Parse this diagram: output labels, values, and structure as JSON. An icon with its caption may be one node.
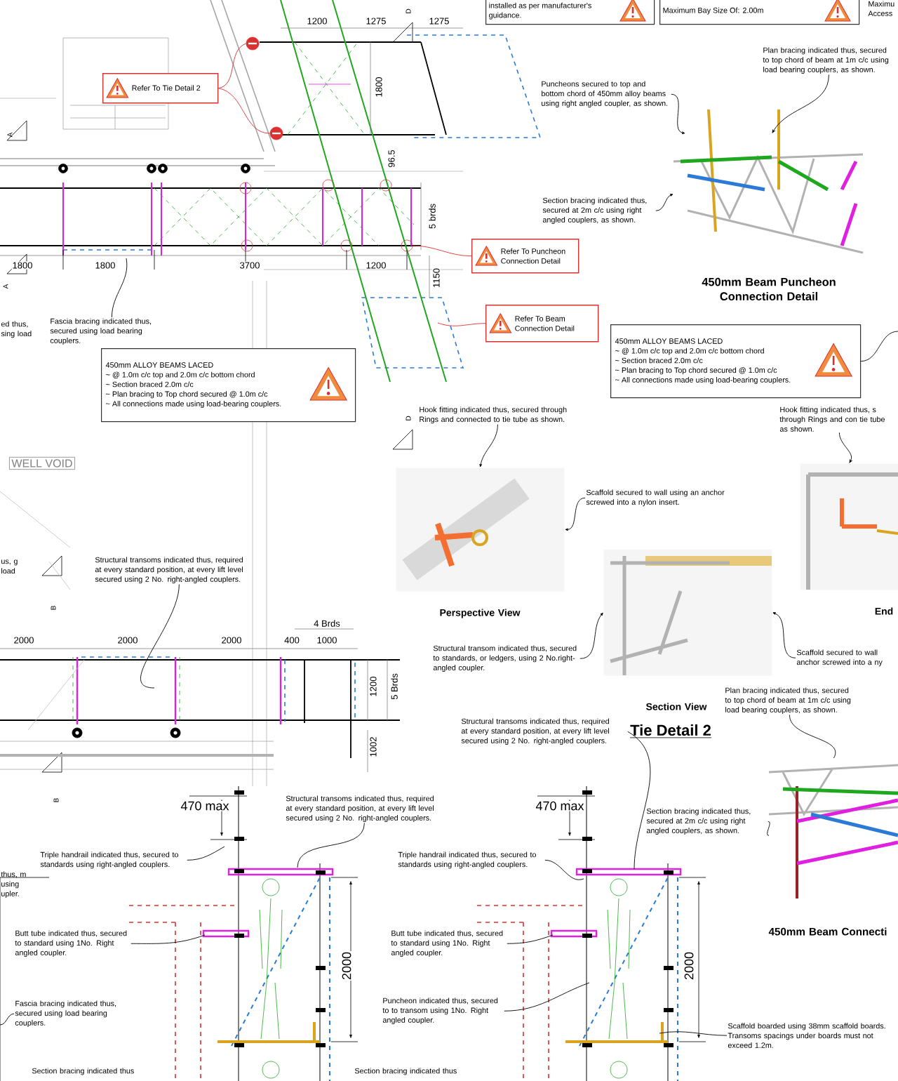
{
  "diagram": {
    "nodes": [
      {
        "text": [
          "Refer To Tie Detail 2"
        ]
      },
      {
        "text": [
          "450mm ALLOY BEAMS LACED",
          "~ @ 1.0m c/c top and 2.0m c/c bottom chord",
          "~ Section braced 2.0m c/c",
          "~ Plan bracing to Top chord secured @ 1.0m c/c",
          "~ All connections made using load-bearing couplers."
        ]
      },
      {
        "text": [
          "Refer To Puncheon Connection Detail"
        ]
      },
      {
        "text": [
          "Refer To Beam Connection Detail"
        ]
      },
      {
        "text": [
          "installed as per manufacturer's guidance."
        ]
      },
      {
        "text": [
          "Maximum Bay Size Of: 2.00m"
        ]
      },
      {
        "text": [
          "Puncheons secured to top and bottom chord of 450mm alloy beams using right angled coupler, as shown."
        ]
      },
      {
        "text": [
          "Plan bracing indicated thus, secured to top chord of beam at 1m c/c using load bearing couplers, as shown."
        ]
      },
      {
        "text": [
          "Section bracing indicated thus, secured at 2m c/c using right angled couplers, as shown."
        ]
      },
      {
        "text": [],
        "shape": "picture"
      },
      {
        "text": [
          "450mm ALLOY BEAMS LACED",
          "~ @ 1.0m c/c top and 2.0m c/c bottom chord",
          "~ Section braced 2.0m c/c",
          "~ Plan bracing to Top chord secured @ 1.0m c/c",
          "~ All connections made using load-bearing couplers."
        ]
      },
      {
        "text": [
          "Fascia bracing indicated thus, secured using load bearing couplers."
        ]
      },
      {
        "text": [
          "Hook fitting indicated thus, secured through Rings and connected to tie tube as shown."
        ]
      },
      {
        "text": [],
        "shape": "picture"
      },
      {
        "text": [
          "Scaffold secured to wall using an anchor screwed into a nylon insert."
        ]
      },
      {
        "text": [
          "Hook fitting indicated thus, s through Rings and con tie tube as shown."
        ]
      },
      {
        "text": [],
        "shape": "picture"
      },
      {
        "text": [],
        "shape": "picture"
      },
      {
        "text": [
          "Structural transom indicated thus, secured to standards, or ledgers, using 2 No.right-angled coupler."
        ]
      },
      {
        "text": [
          "Scaffold secured to wall anchor screwed into a ny"
        ]
      },
      {
        "text": [
          "Plan bracing indicated thus, secured to top chord of beam at 1m c/c using load bearing couplers, as shown."
        ]
      },
      {
        "text": [],
        "shape": "picture"
      },
      {
        "text": [
          "Section bracing indicated thus, secured at 2m c/c using right angled couplers, as shown."
        ]
      },
      {
        "text": [
          "Structural transoms indicated thus, required at every standard position, at every lift level secured using 2 No. right-angled couplers."
        ]
      },
      {
        "text": [
          "Structural transoms indicated thus, required at every standard position, at every lift level secured using 2 No. right-angled couplers."
        ]
      },
      {
        "text": [
          "Structural transoms indicated thus, required at every standard position, at every lift level secured using 2 No. right-angled couplers."
        ]
      },
      {
        "text": [
          "Triple handrail indicated thus, secured to standards using right-angled couplers."
        ]
      },
      {
        "text": [
          "Triple handrail indicated thus, secured to standards using right-angled couplers."
        ]
      },
      {
        "text": [
          "Butt tube indicated thus, secured to standard using 1No. Right angled coupler."
        ]
      },
      {
        "text": [
          "Butt tube indicated thus, secured to standard using 1No. Right angled coupler."
        ]
      },
      {
        "text": [
          "Fascia bracing indicated thus, secured using load bearing couplers."
        ]
      },
      {
        "text": [
          "Puncheon indicated thus, secured to to transom using 1No. Right angled coupler."
        ]
      },
      {
        "text": [
          "Scaffold boarded using 38mm scaffold boards. Transoms spacings under boards must not exceed 1.2m."
        ]
      },
      {
        "text": [
          "Section bracing indicated thus"
        ]
      },
      {
        "text": [
          "Section bracing indicated thus"
        ]
      },
      {
        "text": [],
        "shape": "circle"
      },
      {
        "text": [],
        "shape": "circle"
      },
      {
        "text": [],
        "shape": "circle"
      }
    ],
    "edges": [
      {
        "from": 0,
        "to": 35,
        "arrow": "none",
        "color": "#d93030"
      },
      {
        "from": 0,
        "to": 36,
        "arrow": "none",
        "color": "#d93030"
      },
      {
        "from": 2,
        "to": 37,
        "arrow": "none",
        "color": "#d93030"
      },
      {
        "from": 3,
        "to": null,
        "arrow": "none",
        "color": "#d93030"
      },
      {
        "from": 10,
        "to": null,
        "arrow": "none"
      },
      {
        "from": 6,
        "to": 9,
        "arrow": "to"
      },
      {
        "from": 7,
        "to": 9,
        "arrow": "to"
      },
      {
        "from": 8,
        "to": 9,
        "arrow": "to"
      },
      {
        "from": 11,
        "to": null,
        "arrow": "none"
      },
      {
        "from": 12,
        "to": 13,
        "arrow": "to"
      },
      {
        "from": 14,
        "to": 13,
        "arrow": "to"
      },
      {
        "from": 15,
        "to": 16,
        "arrow": "to"
      },
      {
        "from": 18,
        "to": 17,
        "arrow": "to"
      },
      {
        "from": 19,
        "to": 17,
        "arrow": "to"
      },
      {
        "from": 20,
        "to": 21,
        "arrow": "none"
      },
      {
        "from": 22,
        "to": 21,
        "arrow": "none"
      },
      {
        "from": 23,
        "to": null,
        "arrow": "none"
      },
      {
        "from": 24,
        "to": null,
        "arrow": "none"
      },
      {
        "from": 25,
        "to": null,
        "arrow": "none"
      },
      {
        "from": 26,
        "to": null,
        "arrow": "none"
      },
      {
        "from": 27,
        "to": null,
        "arrow": "none"
      },
      {
        "from": 28,
        "to": null,
        "arrow": "none"
      },
      {
        "from": 29,
        "to": null,
        "arrow": "none"
      },
      {
        "from": 30,
        "to": null,
        "arrow": "none"
      },
      {
        "from": 31,
        "to": null,
        "arrow": "none"
      },
      {
        "from": 32,
        "to": null,
        "arrow": "none"
      }
    ],
    "labels": [
      "1200",
      "1275",
      "1275",
      "Maximu",
      "Access",
      "D",
      "1800",
      "A",
      "96.5",
      "5 brds",
      "1800",
      "1800",
      "3700",
      "1200",
      "A",
      "1150",
      "ed thus, sing load",
      "D",
      "WELL VOID",
      "us, g load",
      "B",
      "4 Brds",
      "2000",
      "2000",
      "2000",
      "400",
      "1000",
      "1200",
      "5 Brds",
      "1002",
      "Tie Detail 2",
      "B",
      "470 max",
      "470 max",
      "thus, m using upler.",
      "2000",
      "2000",
      "450mm Beam Puncheon Connection Detail",
      "Perspective View",
      "End",
      "Section View",
      "450mm Beam Connecti"
    ]
  }
}
